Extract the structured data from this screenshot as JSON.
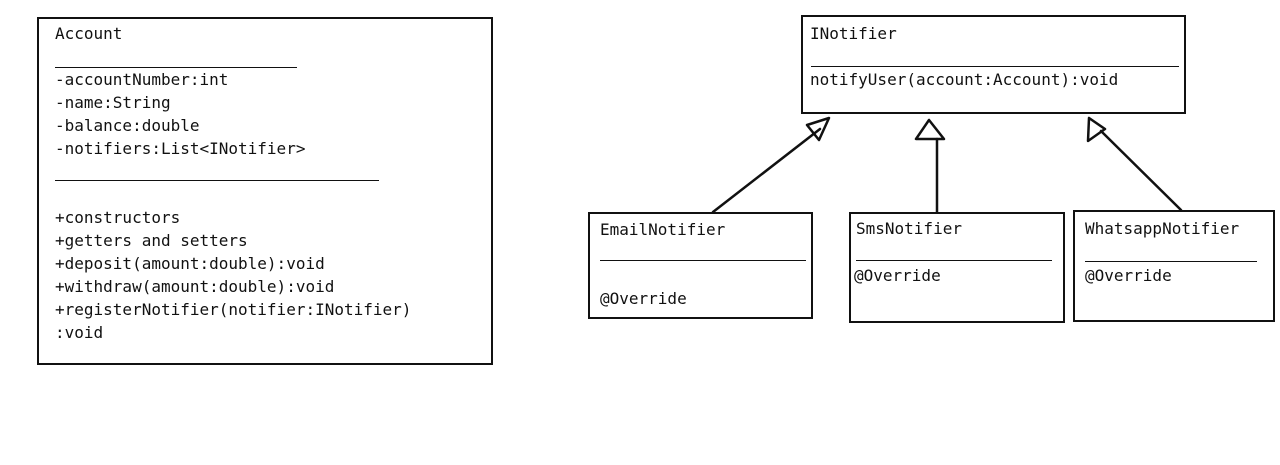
{
  "account": {
    "name": "Account",
    "attributes": [
      "-accountNumber:int",
      "-name:String",
      "-balance:double",
      "-notifiers:List<INotifier>"
    ],
    "methods": [
      "+constructors",
      "+getters and setters",
      "+deposit(amount:double):void",
      "+withdraw(amount:double):void",
      "+registerNotifier(notifier:INotifier)",
      ":void"
    ]
  },
  "inotifier": {
    "name": "INotifier",
    "methods": [
      "notifyUser(account:Account):void"
    ]
  },
  "email": {
    "name": "EmailNotifier",
    "annotation": "@Override"
  },
  "sms": {
    "name": "SmsNotifier",
    "annotation": "@Override"
  },
  "whatsapp": {
    "name": "WhatsappNotifier",
    "annotation": "@Override"
  }
}
